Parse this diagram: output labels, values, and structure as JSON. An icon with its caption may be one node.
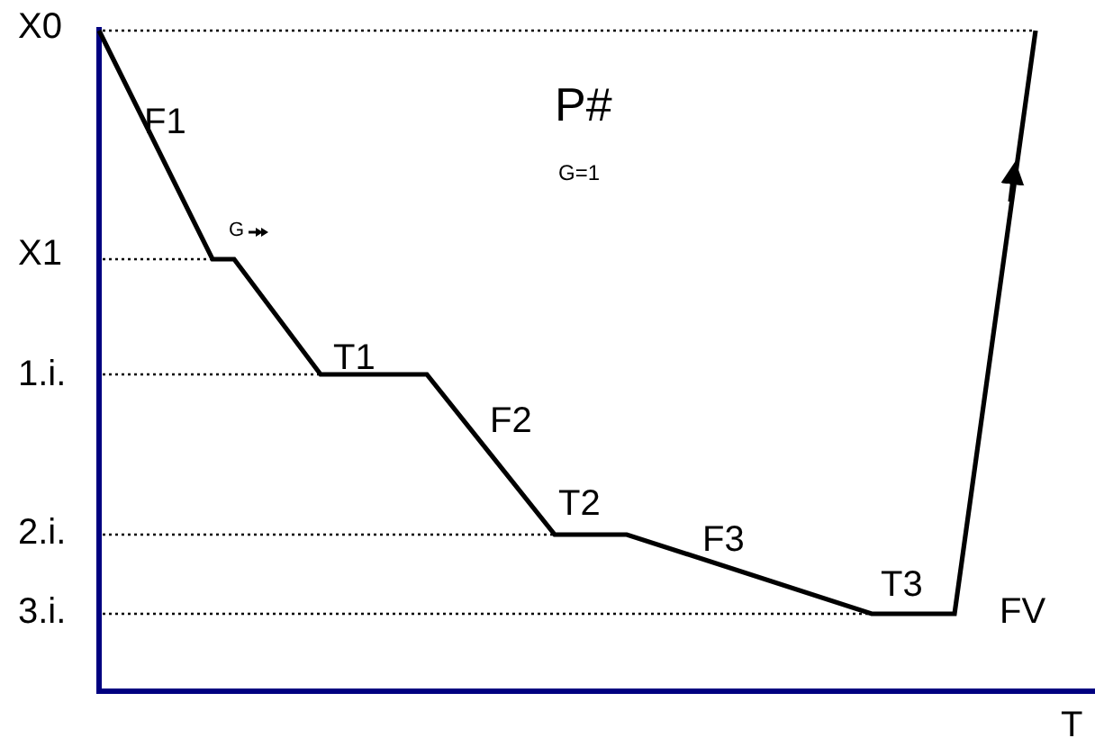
{
  "diagram": {
    "labels": [
      "X0",
      "F1",
      "P#",
      "G=1",
      "G",
      "X1",
      "T1",
      "1.i.",
      "F2",
      "T2",
      "2.i.",
      "F3",
      "T3",
      "3.i.",
      "FV",
      "T"
    ]
  }
}
